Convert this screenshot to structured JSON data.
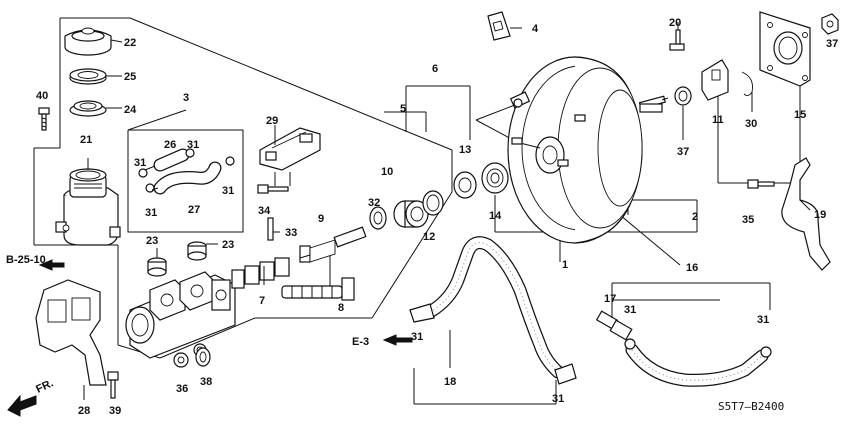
{
  "diagram": {
    "callouts": [
      {
        "id": "c1",
        "text": "1"
      },
      {
        "id": "c2",
        "text": "2"
      },
      {
        "id": "c3",
        "text": "3"
      },
      {
        "id": "c4",
        "text": "4"
      },
      {
        "id": "c5",
        "text": "5"
      },
      {
        "id": "c6",
        "text": "6"
      },
      {
        "id": "c7",
        "text": "7"
      },
      {
        "id": "c8",
        "text": "8"
      },
      {
        "id": "c9",
        "text": "9"
      },
      {
        "id": "c10",
        "text": "10"
      },
      {
        "id": "c11",
        "text": "11"
      },
      {
        "id": "c12",
        "text": "12"
      },
      {
        "id": "c13",
        "text": "13"
      },
      {
        "id": "c14",
        "text": "14"
      },
      {
        "id": "c15",
        "text": "15"
      },
      {
        "id": "c16",
        "text": "16"
      },
      {
        "id": "c17",
        "text": "17"
      },
      {
        "id": "c18",
        "text": "18"
      },
      {
        "id": "c19",
        "text": "19"
      },
      {
        "id": "c20",
        "text": "20"
      },
      {
        "id": "c21",
        "text": "21"
      },
      {
        "id": "c22",
        "text": "22"
      },
      {
        "id": "c23a",
        "text": "23"
      },
      {
        "id": "c23b",
        "text": "23"
      },
      {
        "id": "c24",
        "text": "24"
      },
      {
        "id": "c25",
        "text": "25"
      },
      {
        "id": "c26",
        "text": "26"
      },
      {
        "id": "c27",
        "text": "27"
      },
      {
        "id": "c28",
        "text": "28"
      },
      {
        "id": "c29",
        "text": "29"
      },
      {
        "id": "c30",
        "text": "30"
      },
      {
        "id": "c31a",
        "text": "31"
      },
      {
        "id": "c31b",
        "text": "31"
      },
      {
        "id": "c31c",
        "text": "31"
      },
      {
        "id": "c31d",
        "text": "31"
      },
      {
        "id": "c31e",
        "text": "31"
      },
      {
        "id": "c31f",
        "text": "31"
      },
      {
        "id": "c31g",
        "text": "31"
      },
      {
        "id": "c31h",
        "text": "31"
      },
      {
        "id": "c32",
        "text": "32"
      },
      {
        "id": "c33",
        "text": "33"
      },
      {
        "id": "c34",
        "text": "34"
      },
      {
        "id": "c35",
        "text": "35"
      },
      {
        "id": "c36",
        "text": "36"
      },
      {
        "id": "c37a",
        "text": "37"
      },
      {
        "id": "c37b",
        "text": "37"
      },
      {
        "id": "c38",
        "text": "38"
      },
      {
        "id": "c39",
        "text": "39"
      },
      {
        "id": "c40",
        "text": "40"
      }
    ],
    "references": {
      "b25_10": "B-25-10",
      "e3": "E-3",
      "fr": "FR."
    },
    "drawing_code": "S5T7—B2400"
  }
}
